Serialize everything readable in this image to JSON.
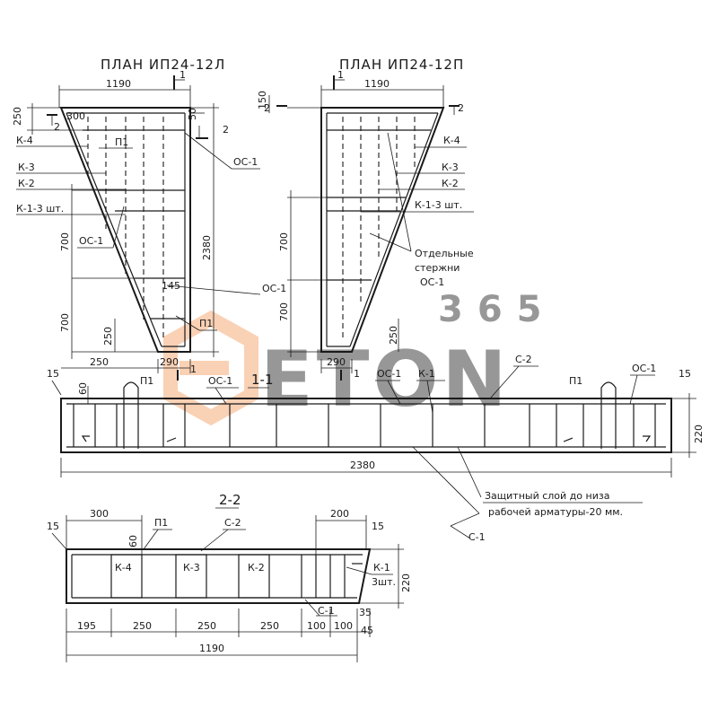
{
  "titles": {
    "plan_left": "ПЛАН ИП24-12Л",
    "plan_right": "ПЛАН ИП24-12П",
    "section_11": "1-1",
    "section_22": "2-2"
  },
  "labels": {
    "k4": "К-4",
    "k3": "К-3",
    "k2": "К-2",
    "k1_3": "К-1-3 шт.",
    "k1": "К-1",
    "k1_short": "К-1",
    "sht3": "3шт.",
    "oc1": "ОС-1",
    "p1": "П1",
    "c2": "С-2",
    "c1": "С-1",
    "separate_1": "Отдельные",
    "separate_2": "стержни",
    "separate_3": "ОС-1",
    "cover_1": "Защитный слой до низа",
    "cover_2": "рабочей арматуры-20 мм."
  },
  "dims": {
    "d1190": "1190",
    "d1": "1",
    "d2": "2",
    "d250": "250",
    "d150": "150",
    "d300": "300",
    "d50": "50",
    "d2380": "2380",
    "d700": "700",
    "d145": "145",
    "d290": "290",
    "d15": "15",
    "d60": "60",
    "d220": "220",
    "d200": "200",
    "d195": "195",
    "d100": "100",
    "d35": "35",
    "d45": "45"
  },
  "watermark": {
    "number": "365",
    "brand": "ETON",
    "color": "#f39a5c"
  }
}
